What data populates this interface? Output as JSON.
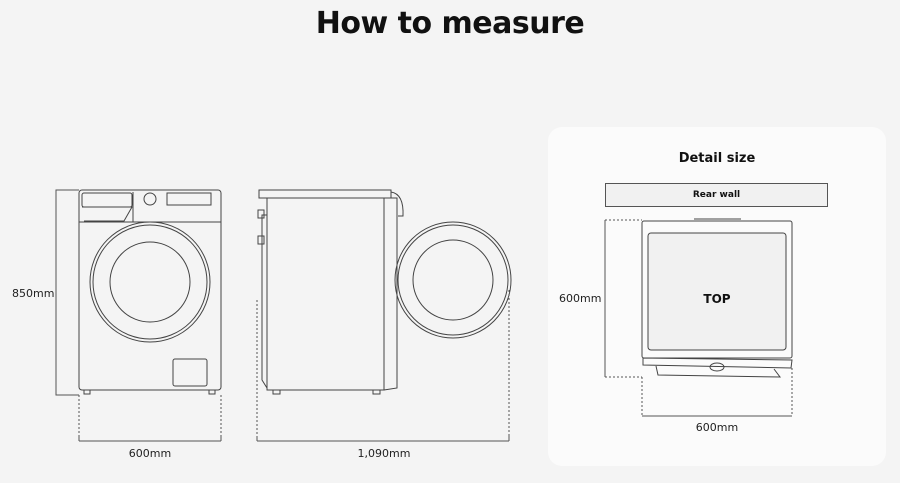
{
  "title": "How to measure",
  "front_view": {
    "height_label": "850mm",
    "width_label": "600mm"
  },
  "side_view": {
    "depth_label": "1,090mm"
  },
  "detail": {
    "title": "Detail size",
    "rear_wall_label": "Rear wall",
    "top_label": "TOP",
    "depth_label": "600mm",
    "width_label": "600mm"
  }
}
